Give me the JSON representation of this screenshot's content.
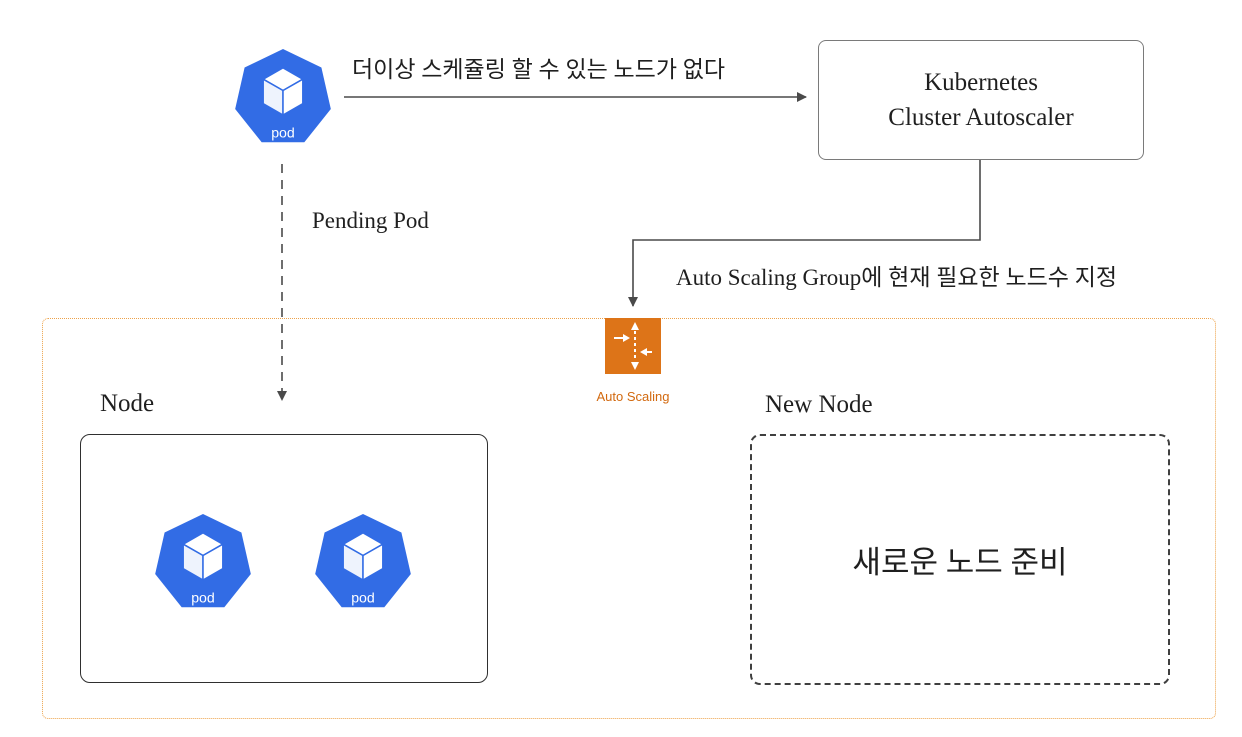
{
  "colors": {
    "pod_blue": "#326CE5",
    "autoscaling_orange": "#DD7418",
    "autoscaling_label": "#D2690F",
    "group_border": "#EDA24A",
    "connector": "#4A4A4A"
  },
  "autoscaler_box": {
    "line1": "Kubernetes",
    "line2": "Cluster Autoscaler"
  },
  "labels": {
    "no_schedulable_node": "더이상 스케쥴링 할 수 있는 노드가 없다",
    "pending_pod": "Pending Pod",
    "asg_instruction": "Auto Scaling Group에 현재 필요한 노드수 지정",
    "auto_scaling": "Auto Scaling",
    "node": "Node",
    "new_node": "New Node",
    "new_node_text": "새로운 노드 준비"
  },
  "pods": {
    "top": {
      "label": "pod"
    },
    "node1": {
      "label": "pod"
    },
    "node2": {
      "label": "pod"
    }
  }
}
